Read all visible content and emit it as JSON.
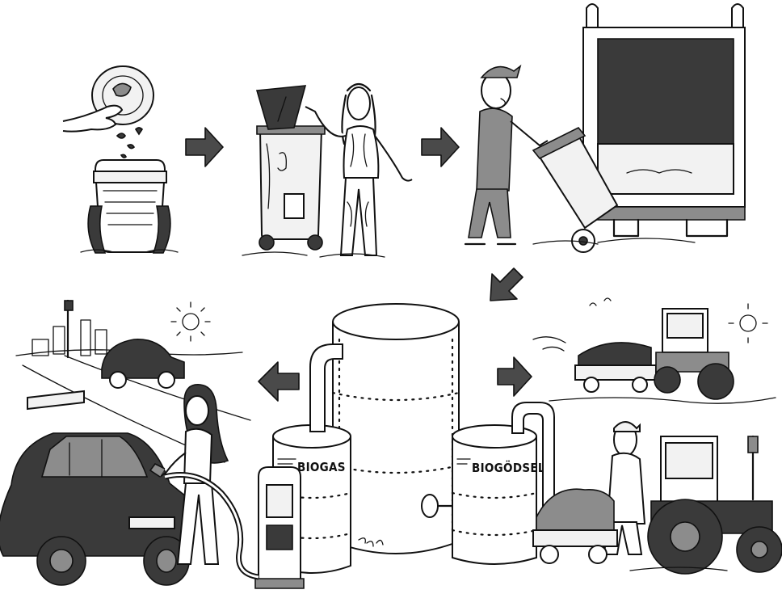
{
  "labels": {
    "biogas": "BIOGAS",
    "biogodsel": "BIOGÖDSEL"
  },
  "flow": [
    "food-waste-caddy",
    "waste-bin",
    "collection-truck",
    "biogas-plant",
    "biogas-fuel",
    "biofertilizer-farm"
  ],
  "colors": {
    "ink": "#111111",
    "shade_dark": "#3a3a3a",
    "shade_mid": "#8c8c8c",
    "paper": "#ffffff"
  }
}
